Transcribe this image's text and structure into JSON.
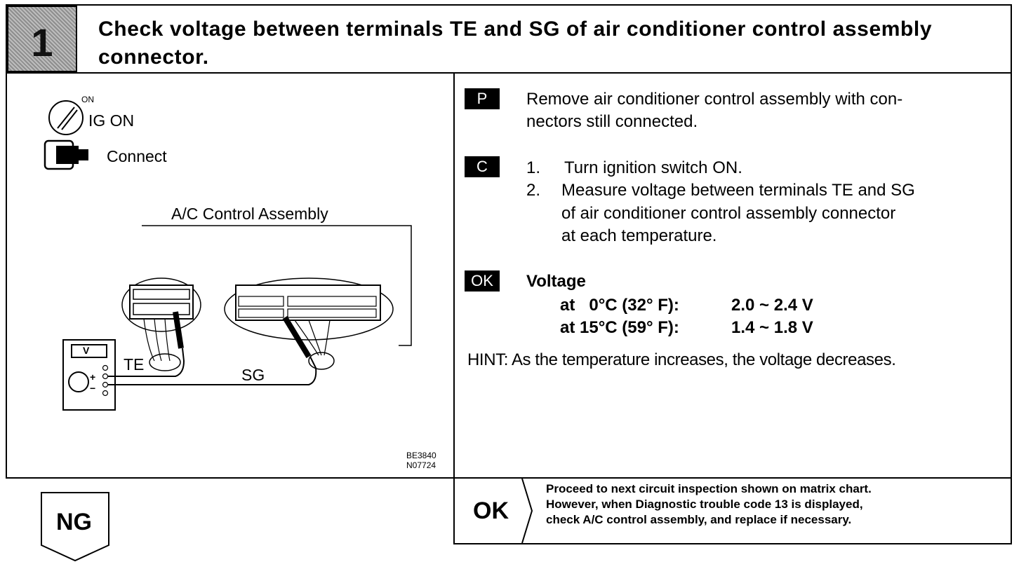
{
  "step": {
    "number": "1",
    "title": "Check voltage between terminals TE and SG of air conditioner control assembly connector."
  },
  "diagram": {
    "ig_on_label": "IG ON",
    "on_label": "ON",
    "connect_label": "Connect",
    "assembly_label": "A/C Control Assembly",
    "te_label": "TE",
    "sg_label": "SG",
    "meter_label": "V",
    "plus": "+",
    "minus": "−",
    "code1": "BE3840",
    "code2": "N07724"
  },
  "procedure": {
    "p_tag": "P",
    "p_text_line1": "Remove air conditioner control assembly with con-",
    "p_text_line2": "nectors still connected.",
    "c_tag": "C",
    "c_step1_num": "1.",
    "c_step1": "Turn ignition switch ON.",
    "c_step2_num": "2.",
    "c_step2_line1": "Measure voltage between terminals TE and SG",
    "c_step2_line2": "of air conditioner control assembly connector",
    "c_step2_line3": "at each temperature.",
    "ok_tag": "OK",
    "ok_heading": "Voltage",
    "row1_label": "at   0°C (32° F):",
    "row1_value": "2.0 ~ 2.4 V",
    "row2_label": "at 15°C (59° F):",
    "row2_value": "1.4 ~ 1.8 V",
    "hint": "HINT: As the temperature increases, the voltage decreases."
  },
  "result": {
    "ok_label": "OK",
    "ok_line1": "Proceed to next circuit inspection shown on matrix chart.",
    "ok_line2": "However, when Diagnostic trouble code 13 is displayed,",
    "ok_line3": "check A/C control assembly, and replace if necessary.",
    "ng_label": "NG"
  }
}
